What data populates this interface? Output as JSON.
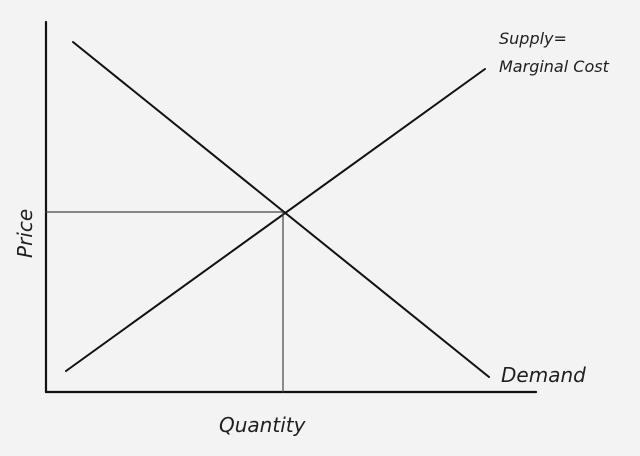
{
  "diagram": {
    "labels": {
      "supply_line1": "Supply=",
      "supply_line2": "Marginal Cost",
      "demand": "Demand",
      "y_axis": "Price",
      "x_axis": "Quantity"
    },
    "colors": {
      "background": "#f3f3f3",
      "line": "#111111",
      "guide": "#333333",
      "text": "#1f1f1f"
    }
  }
}
